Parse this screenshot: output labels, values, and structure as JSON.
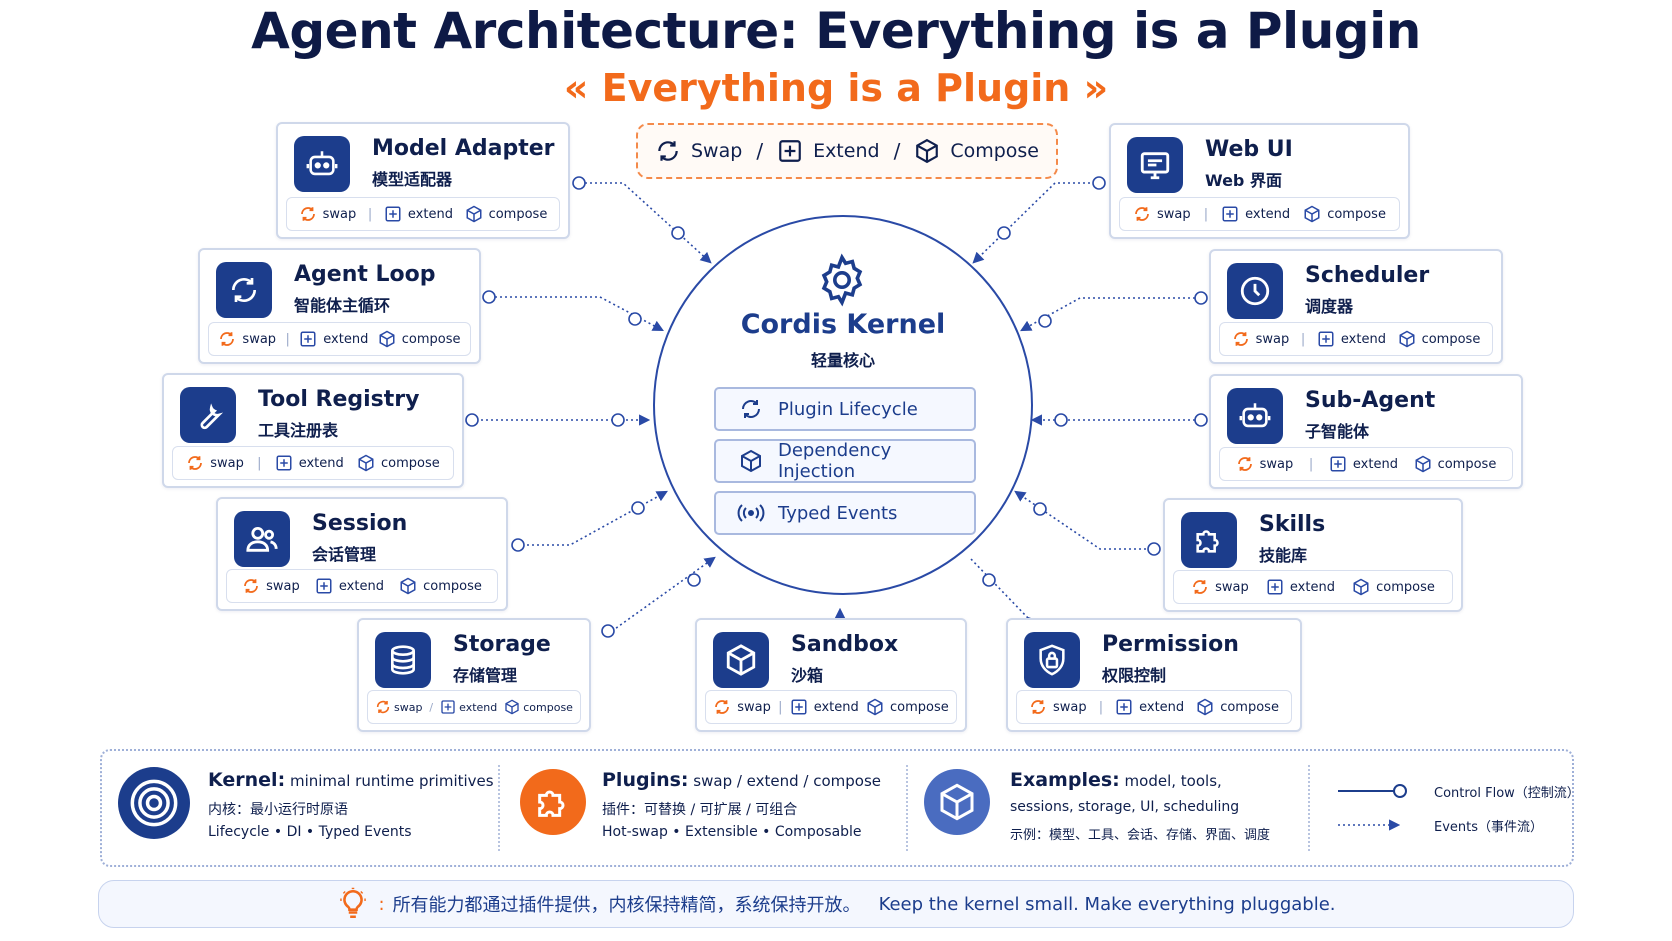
{
  "title": "Agent Architecture: Everything is a Plugin",
  "subtitle": "« Everything is a Plugin »",
  "ops": {
    "swap": "Swap",
    "extend": "Extend",
    "compose": "Compose",
    "sep": "/"
  },
  "pill": {
    "swap": "swap",
    "extend": "extend",
    "compose": "compose",
    "sep": "|",
    "sep_slash": "/"
  },
  "kernel": {
    "title": "Cordis Kernel",
    "subtitle": "轻量核心",
    "features": [
      "Plugin Lifecycle",
      "Dependency Injection",
      "Typed Events"
    ]
  },
  "plugins": [
    {
      "name": "Model Adapter",
      "zh": "模型适配器",
      "icon": "robot-icon"
    },
    {
      "name": "Agent Loop",
      "zh": "智能体主循环",
      "icon": "refresh-icon"
    },
    {
      "name": "Tool Registry",
      "zh": "工具注册表",
      "icon": "wrench-icon"
    },
    {
      "name": "Session",
      "zh": "会话管理",
      "icon": "users-icon"
    },
    {
      "name": "Storage",
      "zh": "存储管理",
      "icon": "database-icon"
    },
    {
      "name": "Sandbox",
      "zh": "沙箱",
      "icon": "cube-icon"
    },
    {
      "name": "Permission",
      "zh": "权限控制",
      "icon": "lock-shield-icon"
    },
    {
      "name": "Skills",
      "zh": "技能库",
      "icon": "puzzle-icon"
    },
    {
      "name": "Sub-Agent",
      "zh": "子智能体",
      "icon": "robot-icon"
    },
    {
      "name": "Scheduler",
      "zh": "调度器",
      "icon": "clock-icon"
    },
    {
      "name": "Web UI",
      "zh": "Web 界面",
      "icon": "monitor-icon"
    }
  ],
  "legend": {
    "kernel": {
      "label": "Kernel:",
      "desc": "minimal runtime primitives",
      "zh": "内核：最小运行时原语",
      "line3": "Lifecycle • DI • Typed Events"
    },
    "plugins": {
      "label": "Plugins:",
      "desc": "swap / extend / compose",
      "zh": "插件：可替换 / 可扩展 / 可组合",
      "line3": "Hot-swap • Extensible • Composable"
    },
    "examples": {
      "label": "Examples:",
      "desc": "model, tools,",
      "line2": "sessions, storage, UI, scheduling",
      "zh": "示例：模型、工具、会话、存储、界面、调度"
    },
    "control_flow": "Control Flow（控制流）",
    "events": "Events（事件流）"
  },
  "footer": {
    "zh": "所有能力都通过插件提供，内核保持精简，系统保持开放。",
    "en": "Keep the kernel small. Make everything pluggable."
  },
  "colors": {
    "navy": "#1c3d8c",
    "orange": "#f26a1b",
    "dark": "#0e1a46"
  }
}
